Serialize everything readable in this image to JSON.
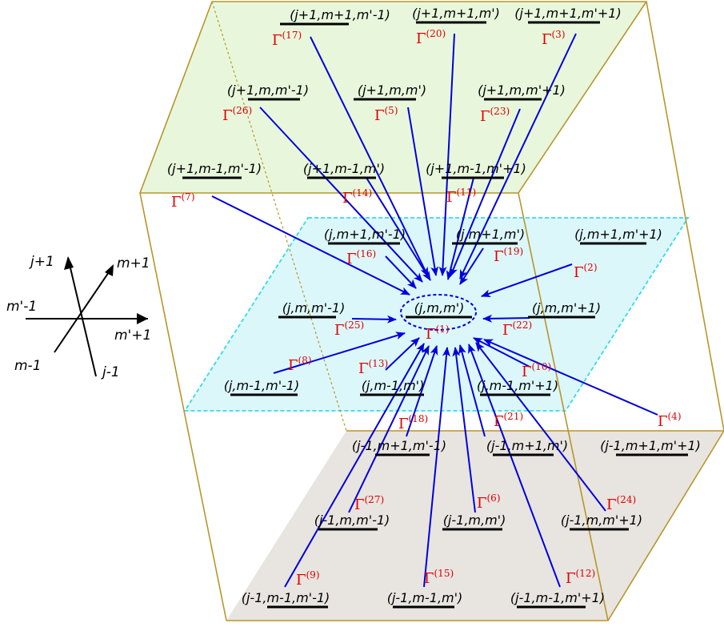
{
  "center": {
    "label": "(j,m,m')",
    "gamma": "(1)"
  },
  "axes": {
    "j_plus": "j+1",
    "m_plus": "m+1",
    "mp_minus": "m'-1",
    "mp_plus": "m'+1",
    "m_minus": "m-1",
    "j_minus": "j-1"
  },
  "gamma_symbol": "Γ",
  "nodes": [
    {
      "label": "(j+1,m+1,m'-1)",
      "gamma": "(17)"
    },
    {
      "label": "(j+1,m+1,m')",
      "gamma": "(20)"
    },
    {
      "label": "(j+1,m+1,m'+1)",
      "gamma": "(3)"
    },
    {
      "label": "(j+1,m,m'-1)",
      "gamma": "(26)"
    },
    {
      "label": "(j+1,m,m')",
      "gamma": "(5)"
    },
    {
      "label": "(j+1,m,m'+1)",
      "gamma": "(23)"
    },
    {
      "label": "(j+1,m-1,m'-1)",
      "gamma": "(7)"
    },
    {
      "label": "(j+1,m-1,m')",
      "gamma": "(14)"
    },
    {
      "label": "(j+1,m-1,m'+1)",
      "gamma": "(11)"
    },
    {
      "label": "(j,m+1,m'-1)",
      "gamma": "(16)"
    },
    {
      "label": "(j,m+1,m')",
      "gamma": "(19)"
    },
    {
      "label": "(j,m+1,m'+1)",
      "gamma": "(2)"
    },
    {
      "label": "(j,m,m'-1)",
      "gamma": "(25)"
    },
    {
      "label": "(j,m,m'+1)",
      "gamma": "(22)"
    },
    {
      "label": "(j,m-1,m'-1)",
      "gamma": "(8)"
    },
    {
      "label": "(j,m-1,m')",
      "gamma": "(13)"
    },
    {
      "label": "(j,m-1,m'+1)",
      "gamma": "(10)"
    },
    {
      "label": "(j-1,m+1,m'-1)",
      "gamma": "(18)"
    },
    {
      "label": "(j-1,m+1,m')",
      "gamma": "(21)"
    },
    {
      "label": "(j-1,m+1,m'+1)",
      "gamma": "(4)"
    },
    {
      "label": "(j-1,m,m'-1)",
      "gamma": "(27)"
    },
    {
      "label": "(j-1,m,m')",
      "gamma": "(6)"
    },
    {
      "label": "(j-1,m,m'+1)",
      "gamma": "(24)"
    },
    {
      "label": "(j-1,m-1,m'-1)",
      "gamma": "(9)"
    },
    {
      "label": "(j-1,m-1,m')",
      "gamma": "(15)"
    },
    {
      "label": "(j-1,m-1,m'+1)",
      "gamma": "(12)"
    }
  ],
  "colors": {
    "arrow": "#0000dd",
    "gamma": "#e00000",
    "top_plane": "#e8f7dc",
    "middle_plane": "#dcf7fa",
    "bottom_plane": "#e8e4e0",
    "box_edge": "#b8962a",
    "middle_edge": "#33dbee"
  }
}
